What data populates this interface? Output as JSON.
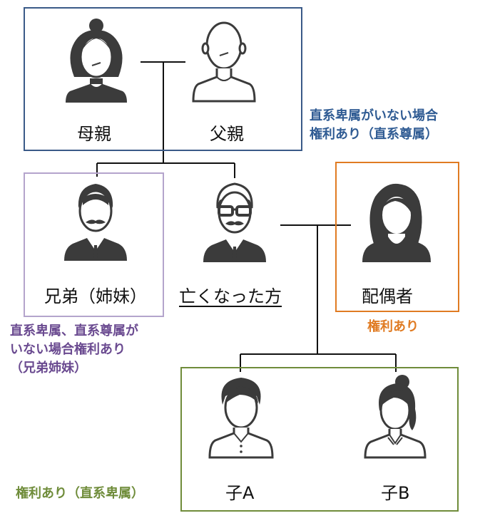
{
  "people": {
    "mother": "母親",
    "father": "父親",
    "siblings": "兄弟（姉妹）",
    "deceased": "亡くなった方",
    "spouse": "配偶者",
    "child_a": "子A",
    "child_b": "子B"
  },
  "notes": {
    "ascendants_line1": "直系卑属がいない場合",
    "ascendants_line2": "権利あり（直系尊属）",
    "siblings_line1": "直系卑属、直系尊属が",
    "siblings_line2": "いない場合権利あり",
    "siblings_line3": "（兄弟姉妹）",
    "spouse_right": "権利あり",
    "descendants": "権利あり（直系卑属）"
  },
  "colors": {
    "parents_box": "#3a5a88",
    "siblings_box": "#b4a4cc",
    "spouse_box": "#e07b22",
    "children_box": "#6f8c3a",
    "parents_note": "#2f5b93",
    "siblings_note": "#6a4a90",
    "spouse_note": "#e07b22",
    "children_note": "#6f8c3a",
    "person_dark": "#3b3b3b"
  }
}
